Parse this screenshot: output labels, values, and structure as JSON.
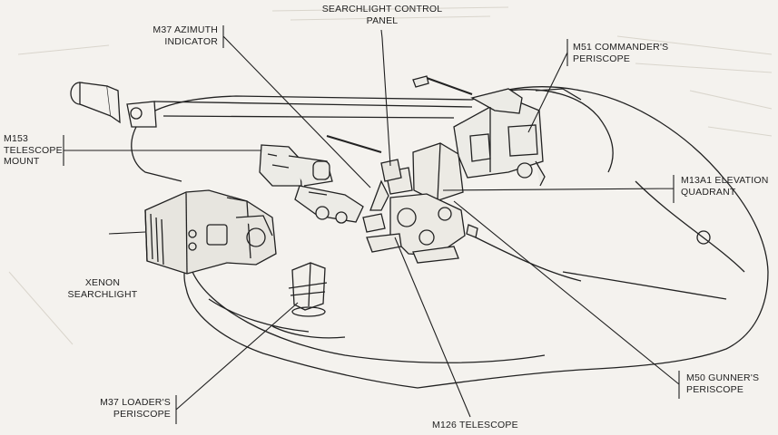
{
  "labels": {
    "searchlight_control_panel": [
      "SEARCHLIGHT CONTROL",
      "PANEL"
    ],
    "m37_azimuth_indicator": [
      "M37 AZIMUTH",
      "INDICATOR"
    ],
    "m51_commanders_periscope": [
      "M51 COMMANDER'S",
      "PERISCOPE"
    ],
    "m153_telescope_mount": [
      "M153",
      "TELESCOPE",
      "MOUNT"
    ],
    "m13a1_elevation_quadrant": [
      "M13A1 ELEVATION",
      "QUADRANT"
    ],
    "xenon_searchlight": [
      "XENON",
      "SEARCHLIGHT"
    ],
    "m37_loaders_periscope": [
      "M37 LOADER'S",
      "PERISCOPE"
    ],
    "m50_gunners_periscope": [
      "M50 GUNNER'S",
      "PERISCOPE"
    ],
    "m126_telescope": [
      "M126 TELESCOPE"
    ]
  },
  "colors": {
    "paper": "#f4f2ee",
    "ink": "#1f1f1f"
  }
}
